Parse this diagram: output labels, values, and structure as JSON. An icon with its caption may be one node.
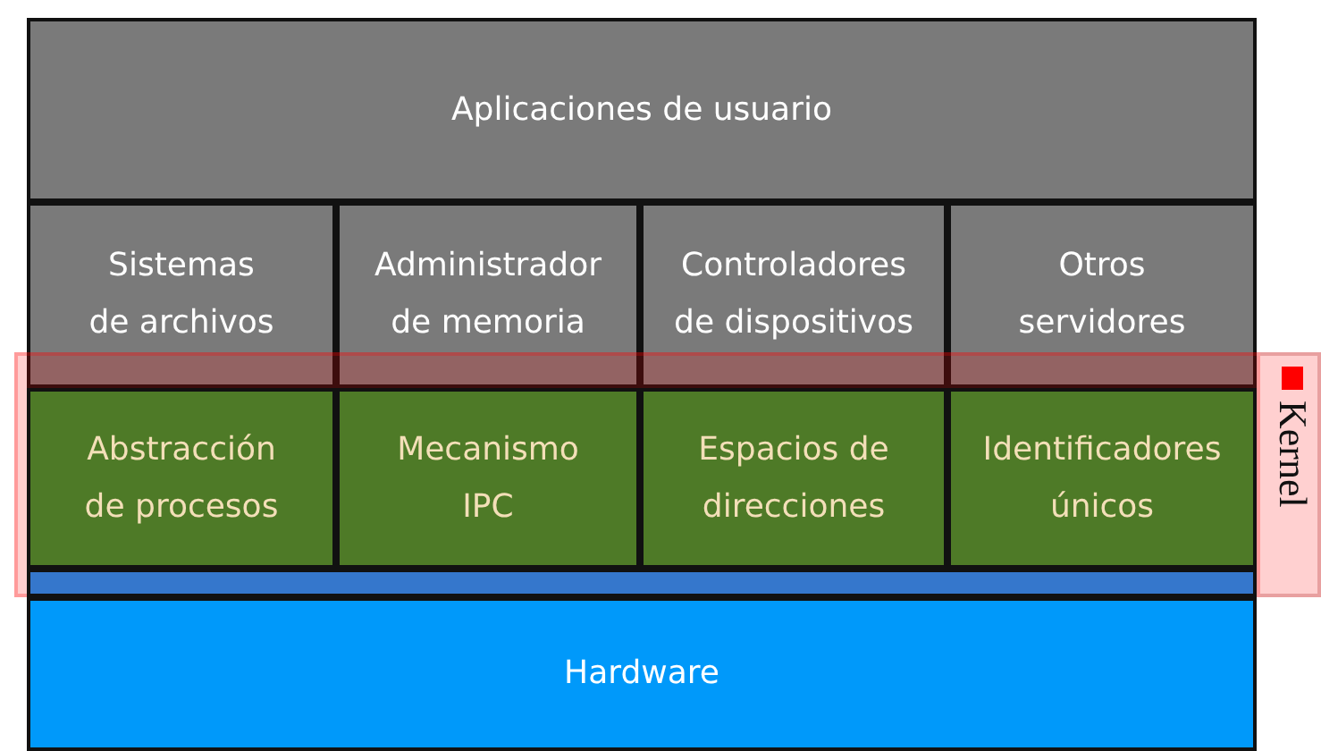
{
  "diagram": {
    "nodes": [
      {
        "text": [
          "Aplicaciones de usuario"
        ]
      },
      {
        "text": [
          "Sistemas de archivos"
        ]
      },
      {
        "text": [
          "Administrador de memoria"
        ]
      },
      {
        "text": [
          "Controladores de dispositivos"
        ]
      },
      {
        "text": [
          "Otros servidores"
        ]
      },
      {
        "text": [
          "Abstracción de procesos"
        ]
      },
      {
        "text": [
          "Mecanismo IPC"
        ]
      },
      {
        "text": [
          "Espacios de direcciones"
        ]
      },
      {
        "text": [
          "Identificadores únicos"
        ]
      },
      {
        "text": [],
        "shape": "bar"
      },
      {
        "text": [
          "Hardware"
        ]
      }
    ],
    "legend": [
      {
        "text": "Kernel",
        "color": "#ff0000"
      }
    ]
  }
}
